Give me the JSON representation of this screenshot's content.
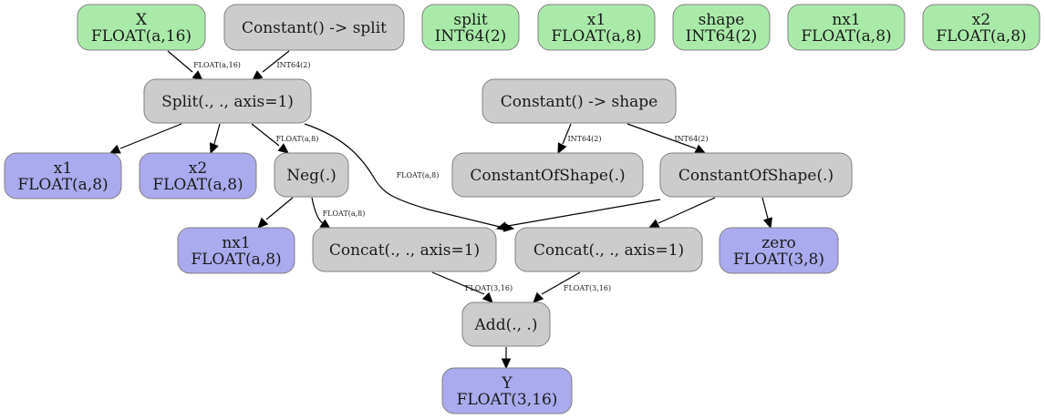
{
  "colors": {
    "input": "#a9eaa9",
    "output": "#aaaaee",
    "op": "#cccccc",
    "border": "#808080",
    "edge": "#000000"
  },
  "nodes": {
    "x_in": {
      "kind": "input",
      "lines": [
        "X",
        "FLOAT(a,16)"
      ]
    },
    "const_split": {
      "kind": "op",
      "lines": [
        "Constant() -> split"
      ]
    },
    "split_init": {
      "kind": "input",
      "lines": [
        "split",
        "INT64(2)"
      ]
    },
    "x1_init": {
      "kind": "input",
      "lines": [
        "x1",
        "FLOAT(a,8)"
      ]
    },
    "shape_init": {
      "kind": "input",
      "lines": [
        "shape",
        "INT64(2)"
      ]
    },
    "nx1_init": {
      "kind": "input",
      "lines": [
        "nx1",
        "FLOAT(a,8)"
      ]
    },
    "x2_init": {
      "kind": "input",
      "lines": [
        "x2",
        "FLOAT(a,8)"
      ]
    },
    "split_op": {
      "kind": "op",
      "lines": [
        "Split(., ., axis=1)"
      ]
    },
    "const_shape": {
      "kind": "op",
      "lines": [
        "Constant() -> shape"
      ]
    },
    "x1_out": {
      "kind": "output",
      "lines": [
        "x1",
        "FLOAT(a,8)"
      ]
    },
    "x2_out": {
      "kind": "output",
      "lines": [
        "x2",
        "FLOAT(a,8)"
      ]
    },
    "neg_op": {
      "kind": "op",
      "lines": [
        "Neg(.)"
      ]
    },
    "cos_a": {
      "kind": "op",
      "lines": [
        "ConstantOfShape(.)"
      ]
    },
    "cos_b": {
      "kind": "op",
      "lines": [
        "ConstantOfShape(.)"
      ]
    },
    "nx1_out": {
      "kind": "output",
      "lines": [
        "nx1",
        "FLOAT(a,8)"
      ]
    },
    "concat_a": {
      "kind": "op",
      "lines": [
        "Concat(., ., axis=1)"
      ]
    },
    "concat_b": {
      "kind": "op",
      "lines": [
        "Concat(., ., axis=1)"
      ]
    },
    "zero_out": {
      "kind": "output",
      "lines": [
        "zero",
        "FLOAT(3,8)"
      ]
    },
    "add_op": {
      "kind": "op",
      "lines": [
        "Add(., .)"
      ]
    },
    "y_out": {
      "kind": "output",
      "lines": [
        "Y",
        "FLOAT(3,16)"
      ]
    }
  },
  "edges": [
    {
      "id": "x-to-split",
      "from": "x_in",
      "to": "split_op",
      "label": "FLOAT(a,16)"
    },
    {
      "id": "constsplit-to-split",
      "from": "const_split",
      "to": "split_op",
      "label": "INT64(2)"
    },
    {
      "id": "split-to-x1",
      "from": "split_op",
      "to": "x1_out",
      "label": ""
    },
    {
      "id": "split-to-x2",
      "from": "split_op",
      "to": "x2_out",
      "label": ""
    },
    {
      "id": "split-to-neg",
      "from": "split_op",
      "to": "neg_op",
      "label": "FLOAT(a,8)"
    },
    {
      "id": "split-to-concatb",
      "from": "split_op",
      "to": "concat_b",
      "label": "FLOAT(a,8)"
    },
    {
      "id": "constshape-to-cosa",
      "from": "const_shape",
      "to": "cos_a",
      "label": "INT64(2)"
    },
    {
      "id": "constshape-to-cosb",
      "from": "const_shape",
      "to": "cos_b",
      "label": "INT64(2)"
    },
    {
      "id": "neg-to-nx1",
      "from": "neg_op",
      "to": "nx1_out",
      "label": ""
    },
    {
      "id": "neg-to-concata",
      "from": "neg_op",
      "to": "concat_a",
      "label": "FLOAT(a,8)"
    },
    {
      "id": "cosb-to-concata",
      "from": "cos_b",
      "to": "concat_a",
      "label": ""
    },
    {
      "id": "cosb-to-concatb",
      "from": "cos_b",
      "to": "concat_b",
      "label": ""
    },
    {
      "id": "cosb-to-zero",
      "from": "cos_b",
      "to": "zero_out",
      "label": ""
    },
    {
      "id": "concata-to-add",
      "from": "concat_a",
      "to": "add_op",
      "label": "FLOAT(3,16)"
    },
    {
      "id": "concatb-to-add",
      "from": "concat_b",
      "to": "add_op",
      "label": "FLOAT(3,16)"
    },
    {
      "id": "add-to-y",
      "from": "add_op",
      "to": "y_out",
      "label": ""
    }
  ]
}
